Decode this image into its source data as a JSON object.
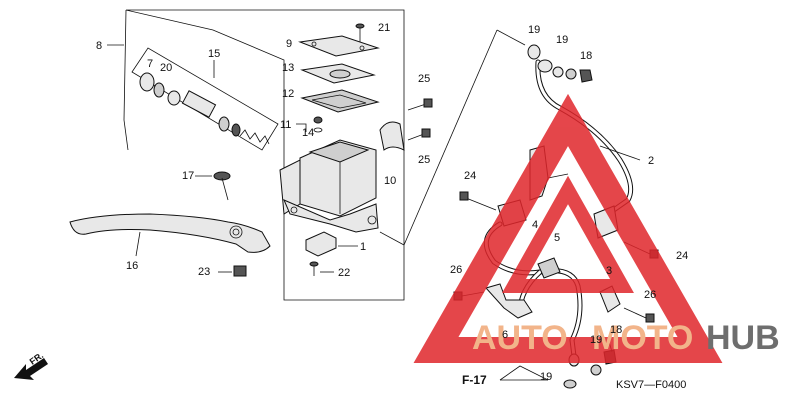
{
  "callouts": {
    "c8": "8",
    "c15": "15",
    "c7": "7",
    "c20": "20",
    "c9": "9",
    "c13": "13",
    "c12": "12",
    "c21": "21",
    "c25a": "25",
    "c25b": "25",
    "c11": "11",
    "c14": "14",
    "c10": "10",
    "c17": "17",
    "c1": "1",
    "c16": "16",
    "c23": "23",
    "c22": "22",
    "c19a": "19",
    "c19b": "19",
    "c18a": "18",
    "c2": "2",
    "c24a": "24",
    "c24b": "24",
    "c4": "4",
    "c5": "5",
    "c3": "3",
    "c26a": "26",
    "c26b": "26",
    "c6": "6",
    "c19c": "19",
    "c18b": "18",
    "c19d": "19"
  },
  "frame_ref": "F-17",
  "diagram_code": "KSV7—F0400",
  "direction_label": "FR.",
  "watermark": {
    "part1": "AUTO",
    "part2": "MOTO",
    "part3": "HUB"
  },
  "colors": {
    "watermark_red": "#e0262b",
    "watermark_orange": "#f2b48a",
    "watermark_gray": "#6e6e6e",
    "line": "#111111"
  }
}
